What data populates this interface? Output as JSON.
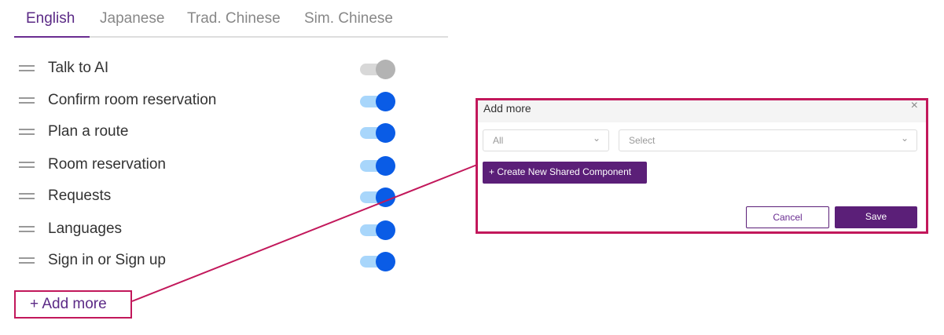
{
  "tabs": [
    {
      "label": "English",
      "active": true
    },
    {
      "label": "Japanese"
    },
    {
      "label": "Trad. Chinese"
    },
    {
      "label": "Sim. Chinese"
    }
  ],
  "items": [
    {
      "label": "Talk to AI",
      "enabled": false
    },
    {
      "label": "Confirm room reservation",
      "enabled": true
    },
    {
      "label": "Plan a route",
      "enabled": true
    },
    {
      "label": "Room reservation",
      "enabled": true
    },
    {
      "label": "Requests",
      "enabled": true
    },
    {
      "label": "Languages",
      "enabled": true
    },
    {
      "label": "Sign in or Sign up",
      "enabled": true
    }
  ],
  "add_more": {
    "icon": "plus-icon",
    "label": "+ Add more"
  },
  "modal": {
    "title": "Add more",
    "close": "×",
    "filter_value": "All",
    "select_placeholder": "Select",
    "create_label": "+ Create New Shared Component",
    "cancel_label": "Cancel",
    "save_label": "Save"
  },
  "colors": {
    "accent": "#5b1f78",
    "highlight": "#c2185b",
    "toggle_on": "#0a5ce6"
  }
}
